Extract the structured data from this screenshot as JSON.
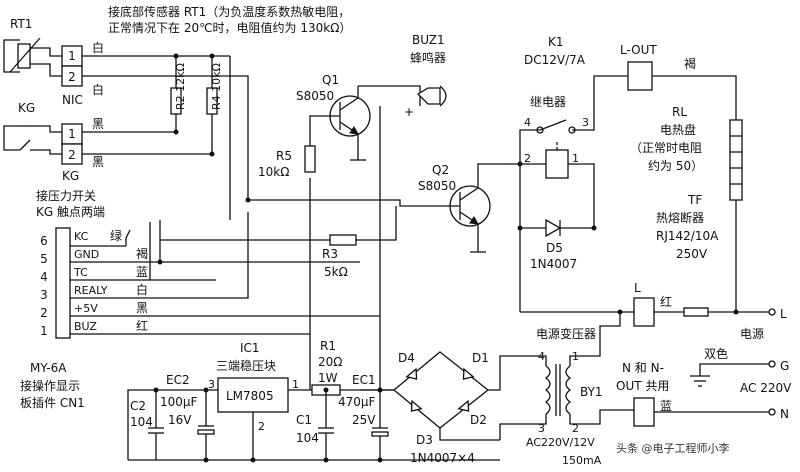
{
  "rt1_note": {
    "line1": "接底部传感器 RT1（为负温度系数热敏电阻，",
    "line2": "正常情况下在 20℃时，电阻值约为 130kΩ）"
  },
  "rt1": {
    "label": "RT1",
    "pin1": "1",
    "pin2": "2",
    "connector": "NIC"
  },
  "kg": {
    "label": "KG",
    "pin1": "1",
    "pin2": "2",
    "caption": "KG"
  },
  "wire_colors": {
    "white_top": "白",
    "white_2": "白",
    "black_1": "黑",
    "black_2": "黑"
  },
  "kg_note": {
    "line1": "接压力开关",
    "line2": "KG 触点两端"
  },
  "r2": {
    "label": "R2 12kΩ"
  },
  "r4": {
    "label": "R4 10kΩ"
  },
  "buzzer": {
    "label": "BUZ1",
    "name": "蜂鸣器",
    "plus": "+"
  },
  "q1": {
    "label": "Q1",
    "model": "S8050"
  },
  "r5": {
    "label": "R5",
    "value": "10kΩ"
  },
  "k1": {
    "label": "K1",
    "rating": "DC12V/7A",
    "name": "继电器",
    "pin4": "4",
    "pin3": "3",
    "pin2": "2",
    "pin1": "1"
  },
  "lout": {
    "label": "L-OUT",
    "color": "褐"
  },
  "rl": {
    "label": "RL",
    "name": "电热盘",
    "note1": "（正常时电阻",
    "note2": "约为 50）"
  },
  "q2": {
    "label": "Q2",
    "model": "S8050"
  },
  "d5": {
    "label": "D5",
    "model": "1N4007"
  },
  "tf": {
    "label": "TF",
    "name": "热熔断器",
    "rating1": "RJ142/10A",
    "rating2": "250V"
  },
  "r3": {
    "label": "R3",
    "value": "5kΩ"
  },
  "cn1": {
    "pins": [
      {
        "num": "6",
        "label": "KC",
        "color": "绿"
      },
      {
        "num": "5",
        "label": "GND",
        "color": "褐"
      },
      {
        "num": "4",
        "label": "TC",
        "color": "蓝"
      },
      {
        "num": "3",
        "label": "REALY",
        "color": "白"
      },
      {
        "num": "2",
        "label": "+5V",
        "color": "黑"
      },
      {
        "num": "1",
        "label": "BUZ",
        "color": "红"
      }
    ],
    "caption1": "MY-6A",
    "caption2": "接操作显示",
    "caption3": "板插件 CN1"
  },
  "l_in": {
    "label": "L",
    "color": "红",
    "terminal": "L"
  },
  "power": {
    "label": "电源"
  },
  "transformer": {
    "name": "电源变压器",
    "label": "BY1",
    "pin4": "4",
    "pin1": "1",
    "pin3": "3",
    "pin2": "2",
    "rating1": "AC220V/12V",
    "rating2": "150mA"
  },
  "ic1": {
    "label": "IC1",
    "name": "三端稳压块",
    "model": "LM7805",
    "pin1": "1",
    "pin2": "2",
    "pin3": "3"
  },
  "r1": {
    "label": "R1",
    "value": "20Ω",
    "power": "1W"
  },
  "ec2": {
    "label": "EC2",
    "value1": "100μF",
    "value2": "16V"
  },
  "c2": {
    "label": "C2",
    "value": "104"
  },
  "c1": {
    "label": "C1",
    "value": "104"
  },
  "ec1": {
    "label": "EC1",
    "value1": "470μF",
    "value2": "25V"
  },
  "bridge": {
    "d4": "D4",
    "d1": "D1",
    "d3": "D3",
    "d2": "D2",
    "model": "1N4007×4"
  },
  "neutral": {
    "note1": "N 和 N-",
    "note2": "OUT 共用",
    "color": "蓝"
  },
  "ground": {
    "label": "双色",
    "terminal": "G"
  },
  "ac": {
    "label": "AC 220V",
    "terminal_n": "N"
  },
  "watermark": {
    "text": "头条 @电子工程师小李"
  }
}
